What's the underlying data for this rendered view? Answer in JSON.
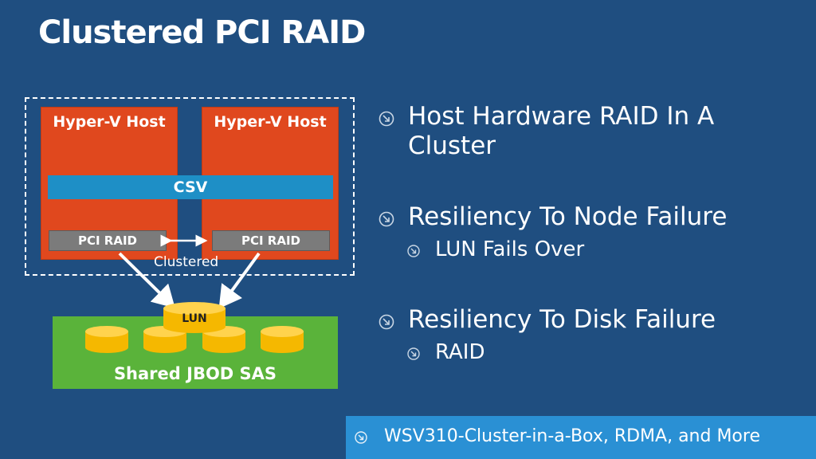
{
  "slide": {
    "title": "Clustered PCI RAID"
  },
  "diagram": {
    "host_left_label": "Hyper-V Host",
    "host_right_label": "Hyper-V Host",
    "csv_label": "CSV",
    "raid_left_label": "PCI RAID",
    "raid_right_label": "PCI RAID",
    "clustered_label": "Clustered",
    "lun_label": "LUN",
    "jbod_label": "Shared JBOD SAS",
    "colors": {
      "host": "#e0481e",
      "csv": "#1e8fc6",
      "raid": "#7b7b7b",
      "jbod": "#5ab33a",
      "disk": "#f5b800"
    }
  },
  "bullets": [
    {
      "text": "Host Hardware RAID In A Cluster",
      "subs": []
    },
    {
      "text": "Resiliency To Node Failure",
      "subs": [
        "LUN Fails Over"
      ]
    },
    {
      "text": "Resiliency To Disk Failure",
      "subs": [
        "RAID"
      ]
    }
  ],
  "footer": {
    "text": "WSV310-Cluster-in-a-Box, RDMA, and More"
  }
}
